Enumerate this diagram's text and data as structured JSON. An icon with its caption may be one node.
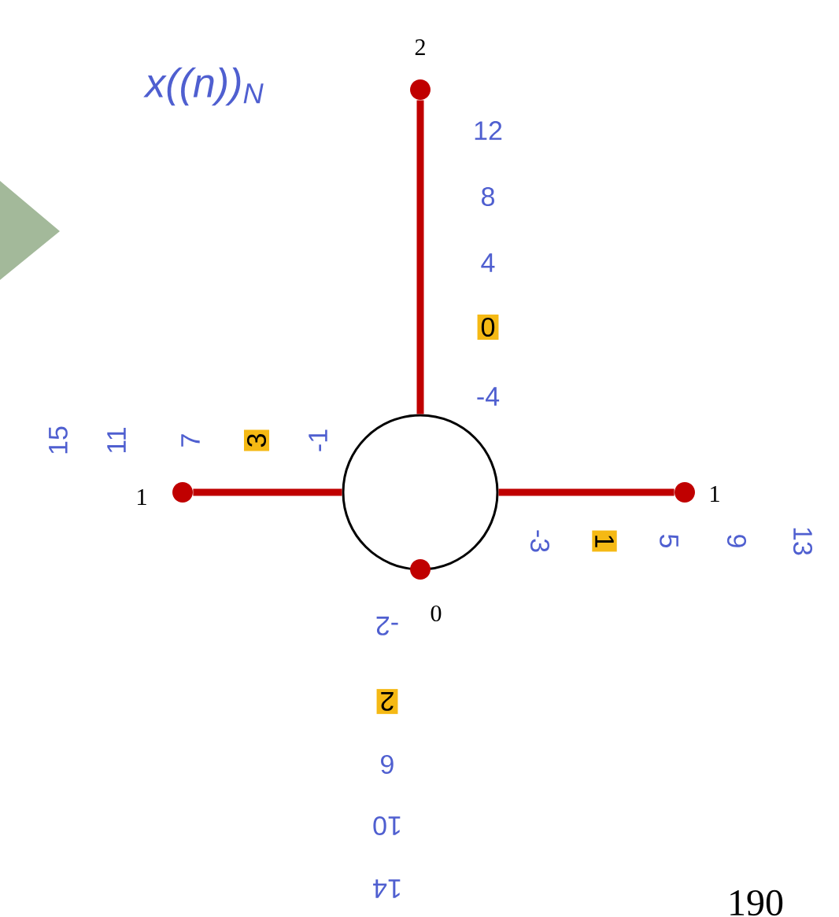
{
  "diagram": {
    "title": "x((n))$_{N}$",
    "nodes": [
      {
        "text": [],
        "shape": "circle"
      },
      {
        "text": [],
        "shape": "circle",
        "beside": [
          "2"
        ]
      },
      {
        "text": [],
        "shape": "circle",
        "beside": [
          "1"
        ]
      },
      {
        "text": [],
        "shape": "circle",
        "beside": [
          "0"
        ]
      },
      {
        "text": [],
        "shape": "circle",
        "beside": [
          "1"
        ]
      }
    ],
    "edges": [
      {
        "from": 0,
        "to": 1,
        "arrow": "none"
      },
      {
        "from": 0,
        "to": 2,
        "arrow": "none"
      },
      {
        "from": 0,
        "to": 4,
        "arrow": "none"
      }
    ],
    "labels": [
      "12",
      "8",
      "4",
      "0",
      "-4",
      "15",
      "11",
      "7",
      "3",
      "-1",
      "-3",
      "1",
      "5",
      "9",
      "13",
      "-2",
      "2",
      "6",
      "10",
      "14",
      "190"
    ]
  }
}
